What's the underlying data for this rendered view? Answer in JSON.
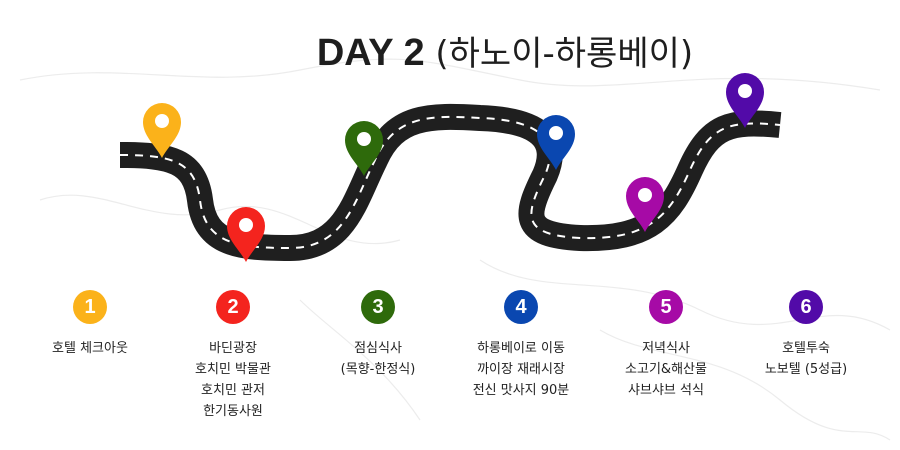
{
  "title": {
    "main": "DAY 2",
    "sub": "(하노이-하롱베이)"
  },
  "road_color": "#1f1f1f",
  "steps": [
    {
      "number": "1",
      "color": "#fbb21a",
      "lines": [
        "호텔 체크아웃"
      ]
    },
    {
      "number": "2",
      "color": "#f4241e",
      "lines": [
        "바딘광장",
        "호치민 박물관",
        "호치민 관저",
        "한기동사원"
      ]
    },
    {
      "number": "3",
      "color": "#2e6a0b",
      "lines": [
        "점심식사",
        "(목향-한정식)"
      ]
    },
    {
      "number": "4",
      "color": "#0a47b0",
      "lines": [
        "하롱베이로 이동",
        "까이장 재래시장",
        "전신 맛사지 90분"
      ]
    },
    {
      "number": "5",
      "color": "#a60aa6",
      "lines": [
        "저녁식사",
        "소고기&해산물",
        "샤브샤브 석식"
      ]
    },
    {
      "number": "6",
      "color": "#520aa8",
      "lines": [
        "호텔투숙",
        "노보텔 (5성급)"
      ]
    }
  ]
}
